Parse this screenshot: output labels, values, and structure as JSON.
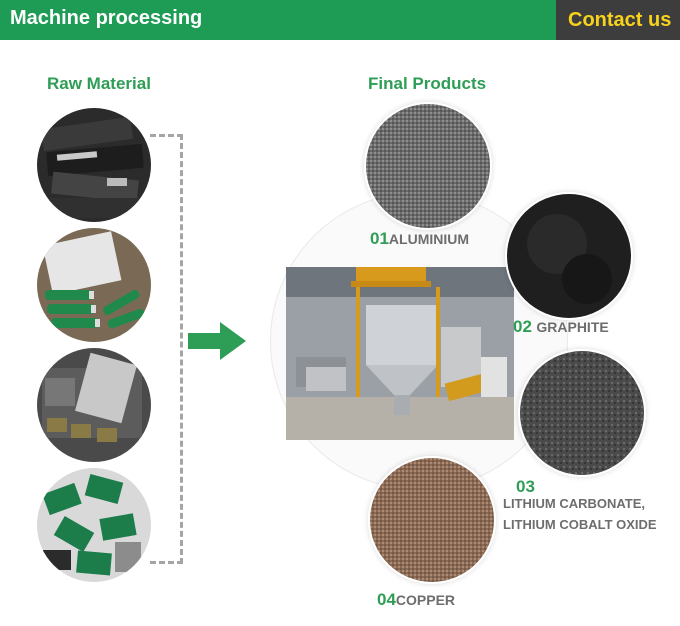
{
  "header": {
    "title": "Machine processing",
    "contact_label": "Contact us"
  },
  "raw": {
    "title": "Raw Material"
  },
  "final": {
    "title": "Final Products"
  },
  "products": [
    {
      "num": "01",
      "name": "ALUMINIUM"
    },
    {
      "num": "02",
      "name": "GRAPHITE"
    },
    {
      "num": "03",
      "line1": "LITHIUM CARBONATE,",
      "line2": "LITHIUM COBALT OXIDE"
    },
    {
      "num": "04",
      "name": "COPPER"
    }
  ],
  "colors": {
    "brand_green": "#1e9b55",
    "label_green": "#2e9d55",
    "contact_bg": "#3d3d3d",
    "contact_text": "#f7d21c"
  }
}
